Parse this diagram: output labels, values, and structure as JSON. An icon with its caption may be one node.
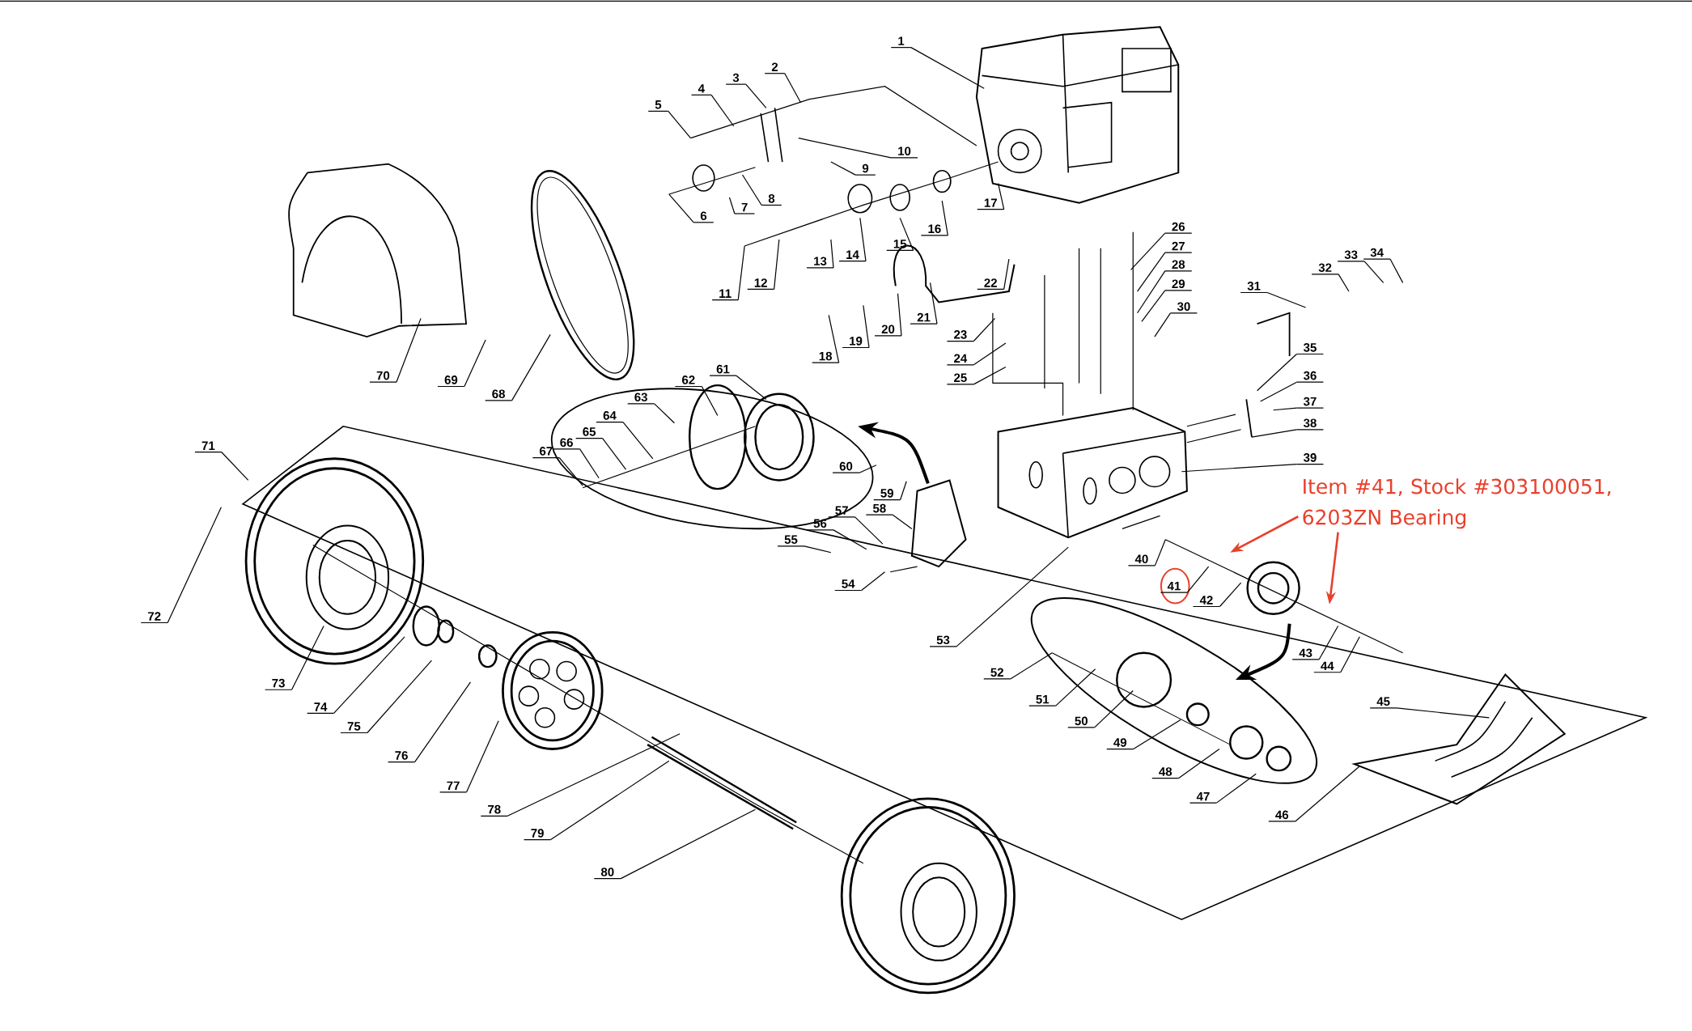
{
  "diagram": {
    "nodes": [
      {
        "text": [
          "1"
        ]
      },
      {
        "text": [
          "2"
        ]
      },
      {
        "text": [
          "3"
        ]
      },
      {
        "text": [
          "4"
        ]
      },
      {
        "text": [
          "5"
        ]
      },
      {
        "text": [
          "6"
        ]
      },
      {
        "text": [
          "7"
        ]
      },
      {
        "text": [
          "8"
        ]
      },
      {
        "text": [
          "9"
        ]
      },
      {
        "text": [
          "10"
        ]
      },
      {
        "text": [
          "11"
        ]
      },
      {
        "text": [
          "12"
        ]
      },
      {
        "text": [
          "13"
        ]
      },
      {
        "text": [
          "14"
        ]
      },
      {
        "text": [
          "15"
        ]
      },
      {
        "text": [
          "16"
        ]
      },
      {
        "text": [
          "17"
        ]
      },
      {
        "text": [
          "18"
        ]
      },
      {
        "text": [
          "19"
        ]
      },
      {
        "text": [
          "20"
        ]
      },
      {
        "text": [
          "21"
        ]
      },
      {
        "text": [
          "22"
        ]
      },
      {
        "text": [
          "23"
        ]
      },
      {
        "text": [
          "24"
        ]
      },
      {
        "text": [
          "25"
        ]
      },
      {
        "text": [
          "26"
        ]
      },
      {
        "text": [
          "27"
        ]
      },
      {
        "text": [
          "28"
        ]
      },
      {
        "text": [
          "29"
        ]
      },
      {
        "text": [
          "30"
        ]
      },
      {
        "text": [
          "31"
        ]
      },
      {
        "text": [
          "32"
        ]
      },
      {
        "text": [
          "33"
        ]
      },
      {
        "text": [
          "34"
        ]
      },
      {
        "text": [
          "35"
        ]
      },
      {
        "text": [
          "36"
        ]
      },
      {
        "text": [
          "37"
        ]
      },
      {
        "text": [
          "38"
        ]
      },
      {
        "text": [
          "39"
        ]
      },
      {
        "text": [
          "40"
        ]
      },
      {
        "text": [
          "41"
        ]
      },
      {
        "text": [
          "42"
        ]
      },
      {
        "text": [
          "43"
        ]
      },
      {
        "text": [
          "44"
        ]
      },
      {
        "text": [
          "45"
        ]
      },
      {
        "text": [
          "46"
        ]
      },
      {
        "text": [
          "47"
        ]
      },
      {
        "text": [
          "48"
        ]
      },
      {
        "text": [
          "49"
        ]
      },
      {
        "text": [
          "50"
        ]
      },
      {
        "text": [
          "51"
        ]
      },
      {
        "text": [
          "52"
        ]
      },
      {
        "text": [
          "53"
        ]
      },
      {
        "text": [
          "54"
        ]
      },
      {
        "text": [
          "55"
        ]
      },
      {
        "text": [
          "56"
        ]
      },
      {
        "text": [
          "57"
        ]
      },
      {
        "text": [
          "58"
        ]
      },
      {
        "text": [
          "59"
        ]
      },
      {
        "text": [
          "60"
        ]
      },
      {
        "text": [
          "61"
        ]
      },
      {
        "text": [
          "62"
        ]
      },
      {
        "text": [
          "63"
        ]
      },
      {
        "text": [
          "64"
        ]
      },
      {
        "text": [
          "65"
        ]
      },
      {
        "text": [
          "66"
        ]
      },
      {
        "text": [
          "67"
        ]
      },
      {
        "text": [
          "68"
        ]
      },
      {
        "text": [
          "69"
        ]
      },
      {
        "text": [
          "70"
        ]
      },
      {
        "text": [
          "71"
        ]
      },
      {
        "text": [
          "72"
        ]
      },
      {
        "text": [
          "73"
        ]
      },
      {
        "text": [
          "74"
        ]
      },
      {
        "text": [
          "75"
        ]
      },
      {
        "text": [
          "76"
        ]
      },
      {
        "text": [
          "77"
        ]
      },
      {
        "text": [
          "78"
        ]
      },
      {
        "text": [
          "79"
        ]
      },
      {
        "text": [
          "80"
        ]
      },
      {
        "text": [
          "Item #41, Stock #303100051, 6203ZN Bearing"
        ]
      }
    ],
    "edges": [
      {
        "from": 0,
        "to": null,
        "arrow": "none"
      },
      {
        "from": 1,
        "to": null,
        "arrow": "none"
      },
      {
        "from": 2,
        "to": null,
        "arrow": "none"
      },
      {
        "from": 3,
        "to": null,
        "arrow": "none"
      },
      {
        "from": 4,
        "to": null,
        "arrow": "none"
      },
      {
        "from": 5,
        "to": null,
        "arrow": "none"
      },
      {
        "from": 6,
        "to": null,
        "arrow": "none"
      },
      {
        "from": 7,
        "to": null,
        "arrow": "none"
      },
      {
        "from": 8,
        "to": null,
        "arrow": "none"
      },
      {
        "from": 9,
        "to": null,
        "arrow": "none"
      },
      {
        "from": 10,
        "to": null,
        "arrow": "none"
      },
      {
        "from": 11,
        "to": null,
        "arrow": "none"
      },
      {
        "from": 12,
        "to": null,
        "arrow": "none"
      },
      {
        "from": 13,
        "to": null,
        "arrow": "none"
      },
      {
        "from": 14,
        "to": null,
        "arrow": "none"
      },
      {
        "from": 15,
        "to": null,
        "arrow": "none"
      },
      {
        "from": 16,
        "to": null,
        "arrow": "none"
      },
      {
        "from": 17,
        "to": null,
        "arrow": "none"
      },
      {
        "from": 18,
        "to": null,
        "arrow": "none"
      },
      {
        "from": 19,
        "to": null,
        "arrow": "none"
      },
      {
        "from": 20,
        "to": null,
        "arrow": "none"
      },
      {
        "from": 21,
        "to": null,
        "arrow": "none"
      },
      {
        "from": 22,
        "to": null,
        "arrow": "none"
      },
      {
        "from": 23,
        "to": null,
        "arrow": "none"
      },
      {
        "from": 24,
        "to": null,
        "arrow": "none"
      },
      {
        "from": 25,
        "to": null,
        "arrow": "none"
      },
      {
        "from": 26,
        "to": null,
        "arrow": "none"
      },
      {
        "from": 27,
        "to": null,
        "arrow": "none"
      },
      {
        "from": 28,
        "to": null,
        "arrow": "none"
      },
      {
        "from": 29,
        "to": null,
        "arrow": "none"
      },
      {
        "from": 30,
        "to": null,
        "arrow": "none"
      },
      {
        "from": 31,
        "to": null,
        "arrow": "none"
      },
      {
        "from": 32,
        "to": null,
        "arrow": "none"
      },
      {
        "from": 33,
        "to": null,
        "arrow": "none"
      },
      {
        "from": 34,
        "to": null,
        "arrow": "none"
      },
      {
        "from": 35,
        "to": null,
        "arrow": "none"
      },
      {
        "from": 36,
        "to": null,
        "arrow": "none"
      },
      {
        "from": 37,
        "to": null,
        "arrow": "none"
      },
      {
        "from": 38,
        "to": null,
        "arrow": "none"
      },
      {
        "from": 39,
        "to": null,
        "arrow": "none"
      },
      {
        "from": 40,
        "to": null,
        "arrow": "none"
      },
      {
        "from": 41,
        "to": null,
        "arrow": "none"
      },
      {
        "from": 42,
        "to": null,
        "arrow": "none"
      },
      {
        "from": 43,
        "to": null,
        "arrow": "none"
      },
      {
        "from": 44,
        "to": null,
        "arrow": "none"
      },
      {
        "from": 45,
        "to": null,
        "arrow": "none"
      },
      {
        "from": 46,
        "to": null,
        "arrow": "none"
      },
      {
        "from": 47,
        "to": null,
        "arrow": "none"
      },
      {
        "from": 48,
        "to": null,
        "arrow": "none"
      },
      {
        "from": 49,
        "to": null,
        "arrow": "none"
      },
      {
        "from": 50,
        "to": null,
        "arrow": "none"
      },
      {
        "from": 51,
        "to": null,
        "arrow": "none"
      },
      {
        "from": 52,
        "to": null,
        "arrow": "none"
      },
      {
        "from": 53,
        "to": null,
        "arrow": "none"
      },
      {
        "from": 54,
        "to": null,
        "arrow": "none"
      },
      {
        "from": 55,
        "to": null,
        "arrow": "none"
      },
      {
        "from": 56,
        "to": null,
        "arrow": "none"
      },
      {
        "from": 57,
        "to": null,
        "arrow": "none"
      },
      {
        "from": 58,
        "to": null,
        "arrow": "none"
      },
      {
        "from": 59,
        "to": null,
        "arrow": "none"
      },
      {
        "from": 60,
        "to": null,
        "arrow": "none"
      },
      {
        "from": 61,
        "to": null,
        "arrow": "none"
      },
      {
        "from": 62,
        "to": null,
        "arrow": "none"
      },
      {
        "from": 63,
        "to": null,
        "arrow": "none"
      },
      {
        "from": 64,
        "to": null,
        "arrow": "none"
      },
      {
        "from": 65,
        "to": null,
        "arrow": "none"
      },
      {
        "from": 66,
        "to": null,
        "arrow": "none"
      },
      {
        "from": 67,
        "to": null,
        "arrow": "none"
      },
      {
        "from": 68,
        "to": null,
        "arrow": "none"
      },
      {
        "from": 69,
        "to": null,
        "arrow": "none"
      },
      {
        "from": 70,
        "to": null,
        "arrow": "none"
      },
      {
        "from": 71,
        "to": null,
        "arrow": "none"
      },
      {
        "from": 72,
        "to": null,
        "arrow": "none"
      },
      {
        "from": 73,
        "to": null,
        "arrow": "none"
      },
      {
        "from": 74,
        "to": null,
        "arrow": "none"
      },
      {
        "from": 75,
        "to": null,
        "arrow": "none"
      },
      {
        "from": 76,
        "to": null,
        "arrow": "none"
      },
      {
        "from": 77,
        "to": null,
        "arrow": "none"
      },
      {
        "from": 78,
        "to": null,
        "arrow": "none"
      },
      {
        "from": 79,
        "to": null,
        "arrow": "none"
      },
      {
        "from": 80,
        "to": null,
        "arrow": "to",
        "color": "#e8402c"
      },
      {
        "from": 80,
        "to": null,
        "arrow": "to",
        "color": "#e8402c"
      }
    ]
  }
}
